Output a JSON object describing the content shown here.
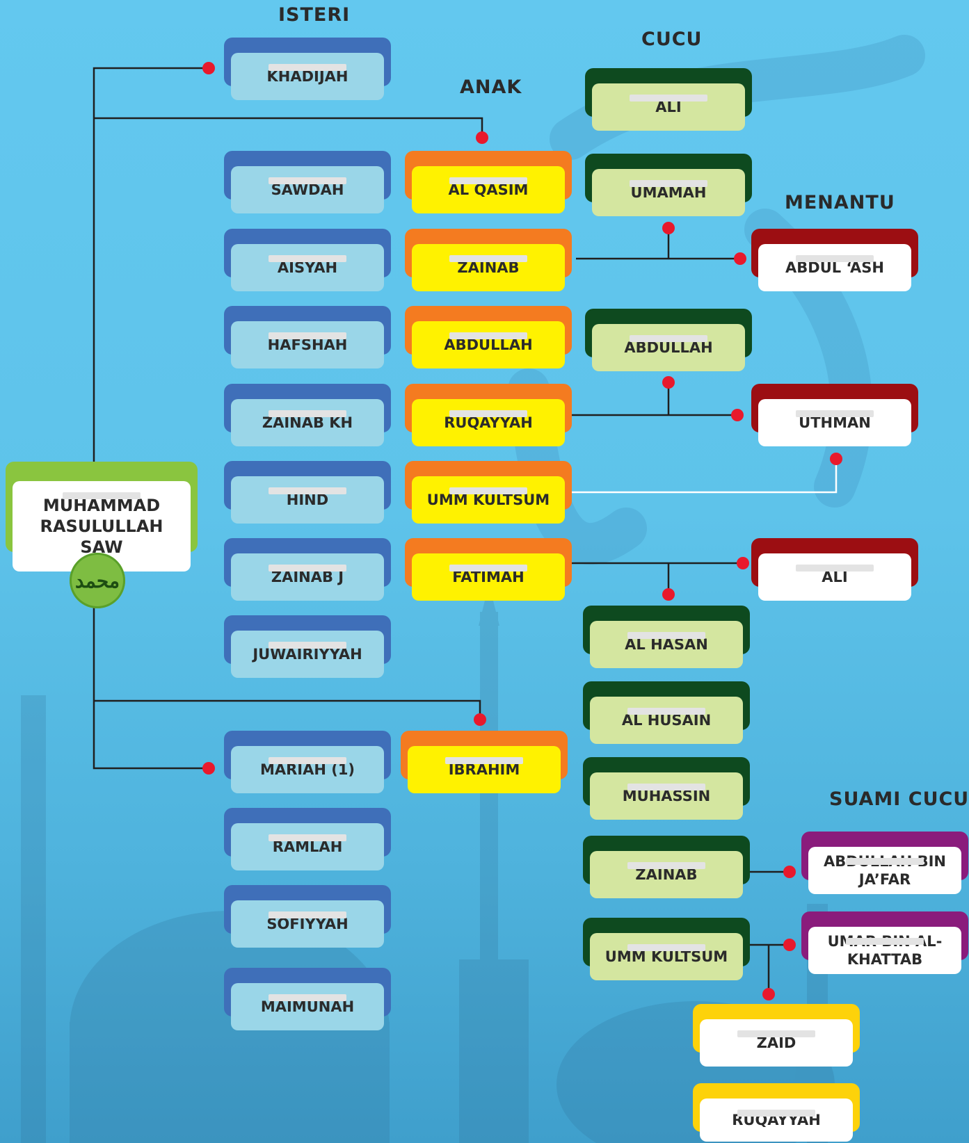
{
  "headings": {
    "isteri": "ISTERI",
    "anak": "ANAK",
    "cucu": "CUCU",
    "menantu": "MENANTU",
    "suami_cucu": "SUAMI CUCU"
  },
  "root": {
    "name": "MUHAMMAD RASULULLAH SAW",
    "seal": "محمد"
  },
  "wives": [
    "KHADIJAH",
    "SAWDAH",
    "AISYAH",
    "HAFSHAH",
    "ZAINAB KH",
    "HIND",
    "ZAINAB J",
    "JUWAIRIYYAH",
    "MARIAH (1)",
    "RAMLAH",
    "SOFIYYAH",
    "MAIMUNAH"
  ],
  "children": [
    "AL QASIM",
    "ZAINAB",
    "ABDULLAH",
    "RUQAYYAH",
    "UMM KULTSUM",
    "FATIMAH",
    "IBRAHIM"
  ],
  "grandchildren": [
    "ALI",
    "UMAMAH",
    "ABDULLAH",
    "AL HASAN",
    "AL HUSAIN",
    "MUHASSIN",
    "ZAINAB",
    "UMM KULTSUM"
  ],
  "in_laws": [
    "ABDUL ‘ASH",
    "UTHMAN",
    "ALI"
  ],
  "grandchild_spouses": [
    "ABDULLAH BIN JA’FAR",
    "UMAR BIN AL-KHATTAB"
  ],
  "great_grandchildren": [
    "ZAID",
    "RUQAYYAH"
  ],
  "colors": {
    "wife": "#3f6fb9",
    "child": "#f47b20",
    "grandchild": "#0e4a1f",
    "in_law": "#9c0e12",
    "grandchild_spouse": "#8a1c7c",
    "great_grandchild": "#fdd20a",
    "root": "#8ac53f",
    "connector_dot": "#e8192c"
  }
}
